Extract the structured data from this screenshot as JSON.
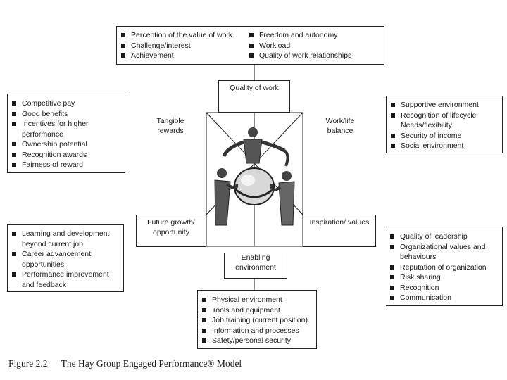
{
  "top_box": {
    "left_items": [
      "Perception of the value of work",
      "Challenge/interest",
      "Achievement"
    ],
    "right_items": [
      "Freedom and autonomy",
      "Workload",
      "Quality of work relationships"
    ]
  },
  "left_upper_box": {
    "items": [
      "Competitive pay",
      "Good benefits",
      "Incentives for higher performance",
      "Ownership potential",
      "Recognition awards",
      "Fairness of reward"
    ]
  },
  "right_upper_box": {
    "items": [
      "Supportive environment",
      "Recognition of lifecycle Needs/flexibility",
      "Security of income",
      "Social environment"
    ]
  },
  "left_lower_box": {
    "items": [
      "Learning and development beyond current job",
      "Career advancement opportunities",
      "Performance improvement and feedback"
    ]
  },
  "right_lower_box": {
    "items": [
      "Quality of leadership",
      "Organizational values and behaviours",
      "Reputation of organization",
      "Risk sharing",
      "Recognition",
      "Communication"
    ]
  },
  "bottom_box": {
    "items": [
      "Physical environment",
      "Tools and equipment",
      "Job training (current position)",
      "Information and processes",
      "Safety/personal security"
    ]
  },
  "categories": {
    "quality_of_work": "Quality of work",
    "tangible_rewards": "Tangible rewards",
    "work_life_balance": "Work/life balance",
    "future_growth": "Future growth/ opportunity",
    "inspiration_values": "Inspiration/ values",
    "enabling_environment": "Enabling environment"
  },
  "caption": {
    "figure_number": "Figure 2.2",
    "title": "The Hay Group Engaged Performance® Model"
  },
  "illustration": {
    "icon": "people-holding-globe-icon"
  }
}
